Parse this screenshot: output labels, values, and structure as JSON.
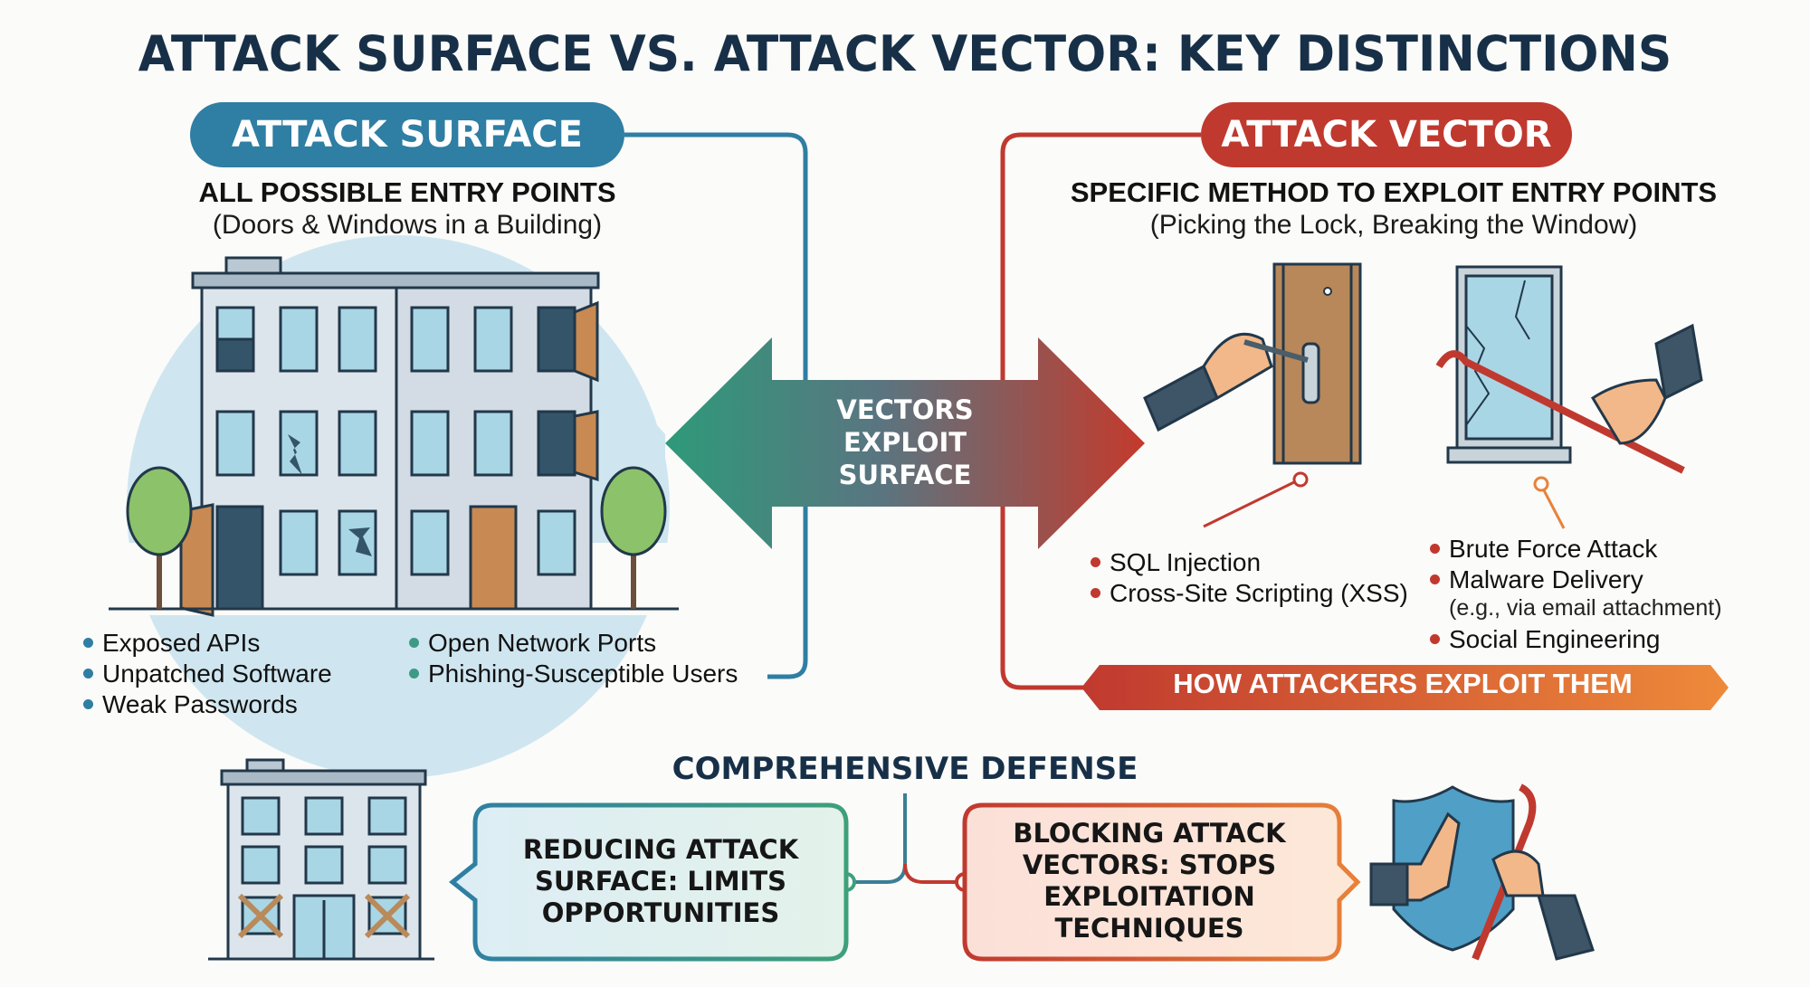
{
  "title": "ATTACK SURFACE VS. ATTACK VECTOR: KEY DISTINCTIONS",
  "colors": {
    "navy": "#173048",
    "surface_blue": "#2f7ea3",
    "surface_teal": "#3e9a85",
    "vector_red": "#c0392f",
    "vector_orange": "#e8823a"
  },
  "attack_surface": {
    "label": "ATTACK SURFACE",
    "subheading": "ALL POSSIBLE ENTRY POINTS",
    "analogy": "(Doors & Windows in a Building)",
    "illustration": "building-with-open-doors-and-broken-windows",
    "items_left": [
      "Exposed APIs",
      "Unpatched Software",
      "Weak Passwords"
    ],
    "items_right": [
      "Open Network Ports",
      "Phishing-Susceptible Users"
    ]
  },
  "center_arrow": {
    "lines": [
      "VECTORS",
      "EXPLOIT",
      "SURFACE"
    ]
  },
  "attack_vector": {
    "label": "ATTACK VECTOR",
    "subheading": "SPECIFIC METHOD TO EXPLOIT ENTRY POINTS",
    "analogy": "(Picking the Lock, Breaking the Window)",
    "illustrations": [
      "hand-picking-door-lock",
      "crowbar-breaking-window"
    ],
    "items_left": [
      "SQL Injection",
      "Cross-Site Scripting (XSS)"
    ],
    "items_right": [
      {
        "label": "Brute Force Attack"
      },
      {
        "label": "Malware Delivery",
        "note": "(e.g., via email attachment)"
      },
      {
        "label": "Social Engineering"
      }
    ],
    "banner": "HOW ATTACKERS EXPLOIT THEM"
  },
  "defense": {
    "title": "COMPREHENSIVE DEFENSE",
    "reduce": {
      "lines": [
        "REDUCING ATTACK",
        "SURFACE: LIMITS",
        "OPPORTUNITIES"
      ]
    },
    "block": {
      "lines": [
        "BLOCKING ATTACK",
        "VECTORS: STOPS",
        "EXPLOITATION",
        "TECHNIQUES"
      ]
    },
    "illustrations": [
      "boarded-up-building",
      "shield-blocking-crowbar"
    ]
  }
}
